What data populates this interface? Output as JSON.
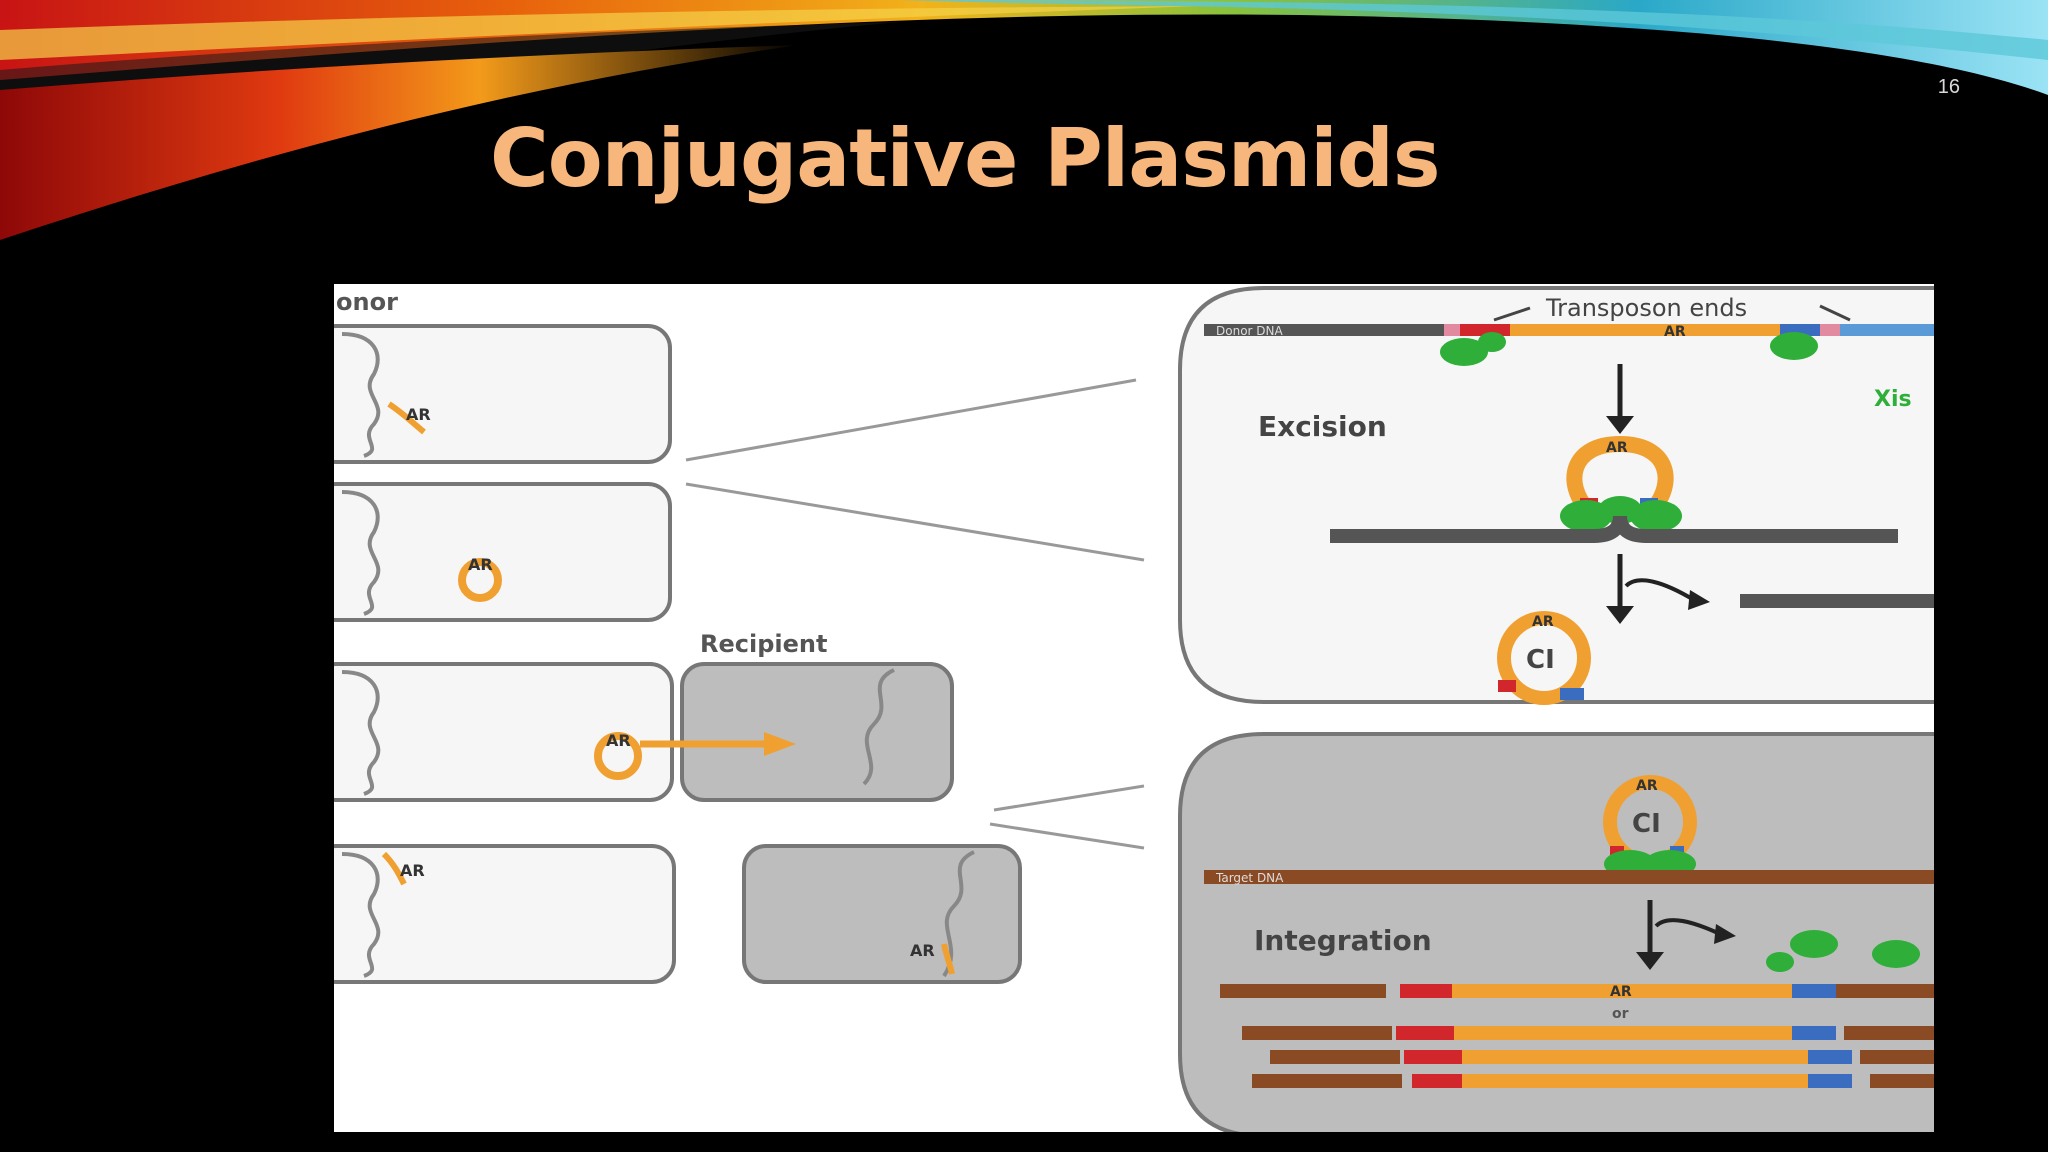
{
  "slide": {
    "number": "16",
    "title": "Conjugative Plasmids"
  },
  "figure": {
    "donor_label": "onor",
    "recipient_label": "Recipient",
    "transposon_ends_label": "Transposon ends",
    "donor_dna_label": "Donor DNA",
    "target_dna_label": "Target DNA",
    "excision_label": "Excision",
    "integration_label": "Integration",
    "xis_label": "Xis",
    "ar_label": "AR",
    "ci_label": "CI",
    "or_label": "or"
  },
  "colors": {
    "background": "#000000",
    "title": "#f7b77c",
    "orange": "#f0a030",
    "green": "#2fae3a",
    "red": "#d0262c",
    "blue": "#3a6cc0",
    "brown": "#8a4a24",
    "panel_gray": "#bdbdbd"
  }
}
